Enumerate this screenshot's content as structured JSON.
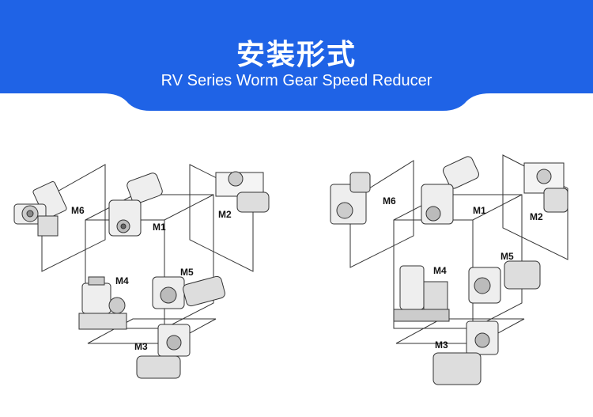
{
  "header": {
    "title": "安装形式",
    "subtitle": "RV Series Worm Gear Speed Reducer",
    "banner_color": "#1f63e6"
  },
  "diagrams": {
    "left": {
      "labels": {
        "m1": "M1",
        "m2": "M2",
        "m3": "M3",
        "m4": "M4",
        "m5": "M5",
        "m6": "M6"
      }
    },
    "right": {
      "labels": {
        "m1": "M1",
        "m2": "M2",
        "m3": "M3",
        "m4": "M4",
        "m5": "M5",
        "m6": "M6"
      }
    }
  }
}
